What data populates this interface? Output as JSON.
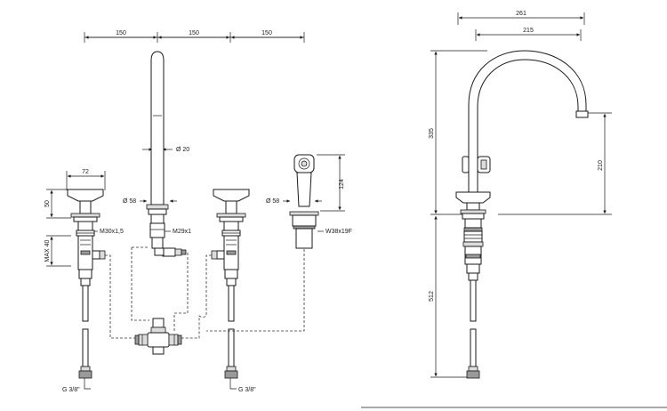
{
  "dimensions": {
    "spacing_1": "150",
    "spacing_2": "150",
    "spacing_3": "150",
    "handle_width": "72",
    "handle_height": "50",
    "max_depth": "MAX 40",
    "spout_diameter": "Ø 20",
    "handle_base_diameter": "Ø 58",
    "shower_base_diameter": "Ø 58",
    "shower_height": "124",
    "side_reach_total": "261",
    "side_reach_spout": "215",
    "side_height": "335",
    "side_spout_height": "210",
    "side_below_deck": "512"
  },
  "threads": {
    "valve": "M30x1,5",
    "spout": "M29x1",
    "shower": "W38x19F",
    "supply_left": "G 3/8\"",
    "supply_right": "G 3/8\""
  },
  "colors": {
    "line": "#1a1a1a",
    "fill_light": "#dcdcdc",
    "fill_dark": "#9a9a9a"
  }
}
